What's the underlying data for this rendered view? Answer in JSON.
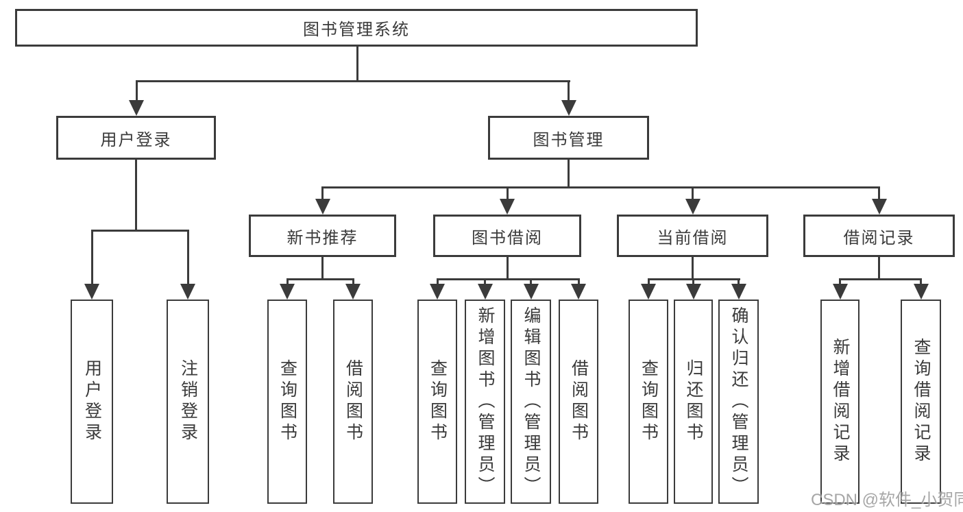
{
  "tree": {
    "label": "图书管理系统",
    "children": [
      {
        "label": "用户登录",
        "children": [
          {
            "label": "用户登录"
          },
          {
            "label": "注销登录"
          }
        ]
      },
      {
        "label": "图书管理",
        "children": [
          {
            "label": "新书推荐",
            "children": [
              {
                "label": "查询图书"
              },
              {
                "label": "借阅图书"
              }
            ]
          },
          {
            "label": "图书借阅",
            "children": [
              {
                "label": "查询图书"
              },
              {
                "label": "新增图书（管理员）"
              },
              {
                "label": "编辑图书（管理员）"
              },
              {
                "label": "借阅图书"
              }
            ]
          },
          {
            "label": "当前借阅",
            "children": [
              {
                "label": "查询图书"
              },
              {
                "label": "归还图书"
              },
              {
                "label": "确认归还（管理员）"
              }
            ]
          },
          {
            "label": "借阅记录",
            "children": [
              {
                "label": "新增借阅记录"
              },
              {
                "label": "查询借阅记录"
              }
            ]
          }
        ]
      }
    ]
  },
  "watermark": {
    "label": "CSDN @软件_小贺同学"
  },
  "colors": {
    "line": "#3b3b3b",
    "text": "#3a3a3a",
    "box-bg": "#ffffff",
    "background": "#ffffff",
    "watermark": "#979797"
  }
}
